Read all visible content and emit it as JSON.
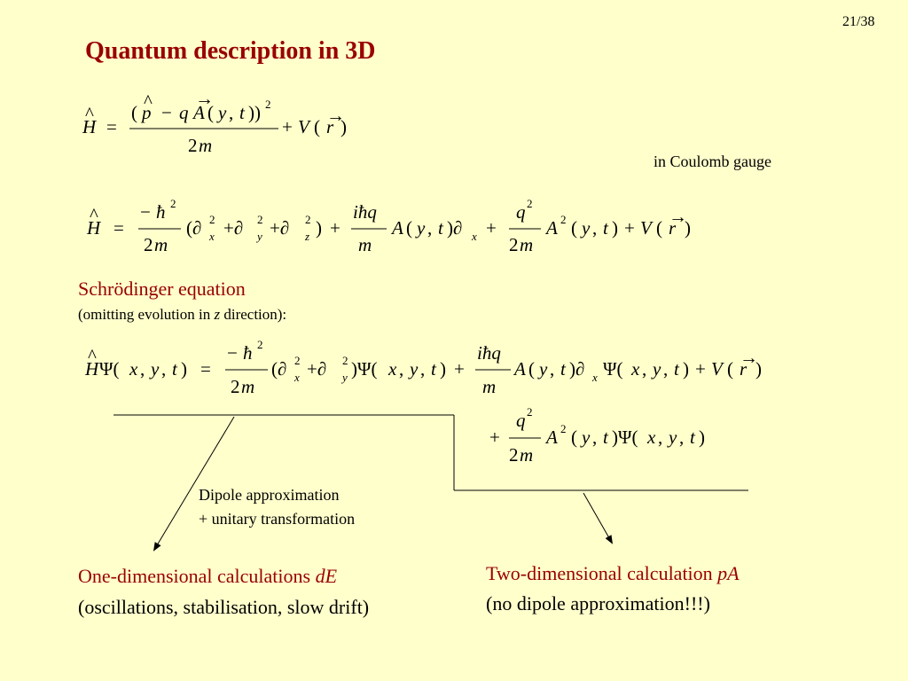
{
  "slide": {
    "page_number": "21/38",
    "title": "Quantum description in 3D",
    "gauge_note": "in Coulomb gauge",
    "schrodinger_heading": "Schrödinger equation",
    "schrodinger_sub_prefix": "(omitting evolution in ",
    "schrodinger_sub_var": "z",
    "schrodinger_sub_suffix": " direction):",
    "dipole_note_line1": "Dipole approximation",
    "dipole_note_line2": "+ unitary transformation",
    "one_dim_label": "One-dimensional calculations ",
    "one_dim_var": "dE",
    "one_dim_desc": "(oscillations, stabilisation, slow drift)",
    "two_dim_label": "Two-dimensional calculation ",
    "two_dim_var": "pA",
    "two_dim_desc": "(no dipole approximation!!!)"
  },
  "colors": {
    "background": "#ffffcc",
    "heading": "#990000",
    "text": "#000000"
  }
}
